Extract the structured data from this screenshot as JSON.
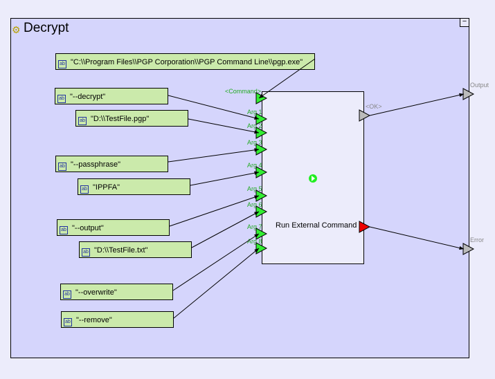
{
  "title": "Decrypt",
  "collapse_label": "−",
  "constants": [
    {
      "value": "\"C:\\\\Program Files\\\\PGP Corporation\\\\PGP Command Line\\\\pgp.exe\""
    },
    {
      "value": "\"--decrypt\""
    },
    {
      "value": "\"D:\\\\TestFile.pgp\""
    },
    {
      "value": "\"--passphrase\""
    },
    {
      "value": "\"IPPFA\""
    },
    {
      "value": "\"--output\""
    },
    {
      "value": "\"D:\\\\TestFile.txt\""
    },
    {
      "value": "\"--overwrite\""
    },
    {
      "value": "\"--remove\""
    }
  ],
  "node": {
    "label": "Run External Command",
    "inputs": [
      "<Command>",
      "Arg 1",
      "Arg 2",
      "Arg 3",
      "Arg 4",
      "Arg 5",
      "Arg 6",
      "Arg 7",
      "Arg 8"
    ],
    "ok_label": "<OK>"
  },
  "outputs": {
    "output": "Output",
    "error": "Error"
  },
  "colors": {
    "input_port": "#33ee33",
    "ok_port": "#bbbbbb",
    "error_port": "#ee0000",
    "constant_bg": "#cbeaab",
    "frame_bg": "#d5d5fc"
  }
}
